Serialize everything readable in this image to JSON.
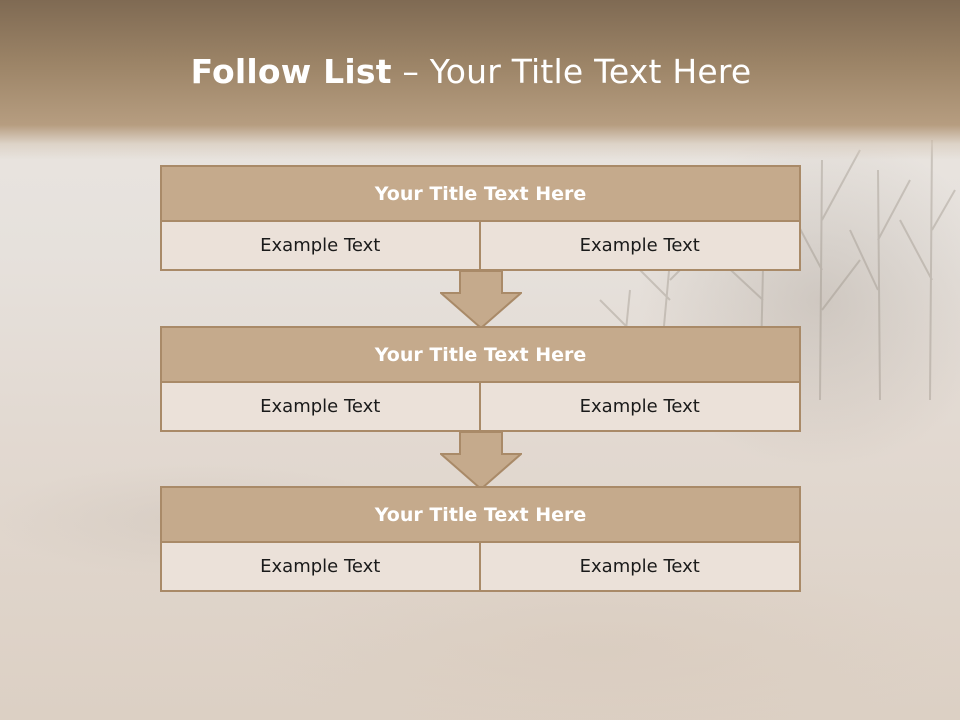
{
  "slide": {
    "title_bold": "Follow List",
    "title_rest": " – Your Title Text Here"
  },
  "steps": [
    {
      "title": "Your Title Text Here",
      "left": "Example Text",
      "right": "Example Text"
    },
    {
      "title": "Your Title Text Here",
      "left": "Example Text",
      "right": "Example Text"
    },
    {
      "title": "Your Title Text Here",
      "left": "Example Text",
      "right": "Example Text"
    }
  ],
  "colors": {
    "header": "#9c8467",
    "block_title": "#c5aa8c",
    "block_cell": "#ebe1d9",
    "border": "#a98a68"
  }
}
